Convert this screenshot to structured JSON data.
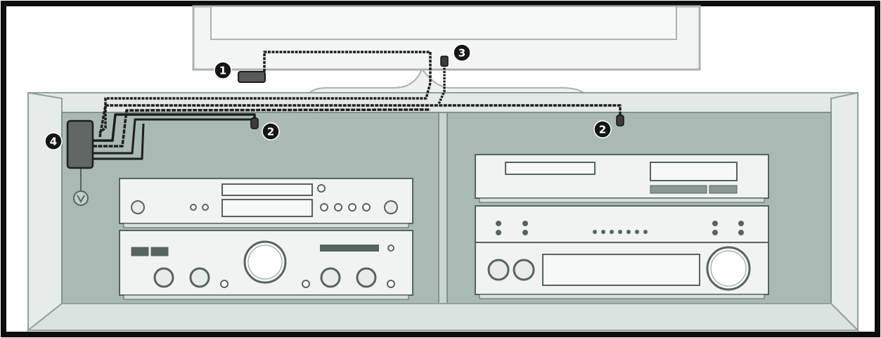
{
  "callouts": [
    {
      "id": "1",
      "label": "1"
    },
    {
      "id": "2a",
      "label": "2"
    },
    {
      "id": "2b",
      "label": "2"
    },
    {
      "id": "3",
      "label": "3"
    },
    {
      "id": "4",
      "label": "4"
    }
  ],
  "colors": {
    "frame": "#0d0d0d",
    "cabinet_interior": "#a8bab3",
    "cabinet_outer": "#dde4e1",
    "cabinet_edge": "#7f938b",
    "device_face": "#f1f3f2",
    "device_outline": "#55645e",
    "tv_body": "#f3f5f4",
    "tv_outline": "#aab4af",
    "cable": "#1e1e1e",
    "callout_fill": "#151515",
    "callout_text": "#ffffff"
  },
  "icons": {
    "cable_endpoint": "connector-plug-icon",
    "callout": "numbered-circle-icon",
    "mains": "power-outlet-icon"
  }
}
